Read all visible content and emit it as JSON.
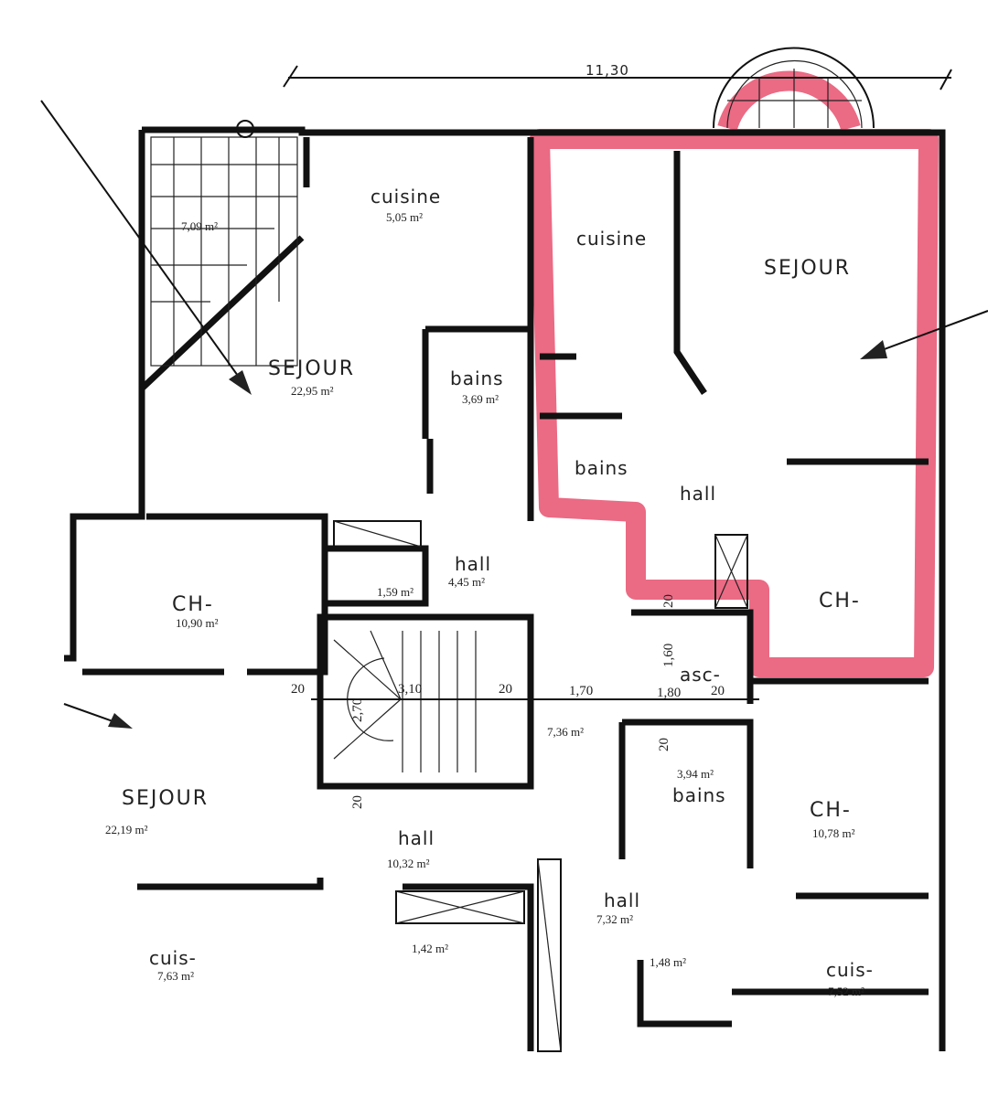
{
  "title_dimension": "11,30",
  "highlight_color": "#e8506e",
  "rooms": {
    "terrace": {
      "area": "7,09 m²"
    },
    "kitchen_a": {
      "name": "cuisine",
      "area": "5,05 m²"
    },
    "kitchen_b": {
      "name": "cuisine"
    },
    "living_b": {
      "name": "SEJOUR"
    },
    "living_a": {
      "name": "SEJOUR",
      "area": "22,95 m²"
    },
    "bath_a": {
      "name": "bains",
      "area": "3,69 m²"
    },
    "bath_b": {
      "name": "bains"
    },
    "hall_b": {
      "name": "hall"
    },
    "hall_a": {
      "name": "hall",
      "area": "4,45 m²"
    },
    "wc_a": {
      "area": "1,59 m²"
    },
    "bedroom_b": {
      "name": "CH-"
    },
    "bedroom_c": {
      "name": "CH-",
      "area": "10,90 m²"
    },
    "landing": {
      "area": "7,36 m²"
    },
    "lift": {
      "name": "asc-"
    },
    "bath_d": {
      "name": "bains",
      "area": "3,94 m²"
    },
    "living_c": {
      "name": "SEJOUR",
      "area": "22,19 m²"
    },
    "bedroom_d": {
      "name": "CH-",
      "area": "10,78 m²"
    },
    "hall_c": {
      "name": "hall",
      "area": "10,32 m²"
    },
    "hall_d": {
      "name": "hall",
      "area": "7,32 m²"
    },
    "wc_c": {
      "area": "1,42 m²"
    },
    "wc_d": {
      "area": "1,48 m²"
    },
    "kitchen_c": {
      "name": "cuis-",
      "area": "7,63 m²"
    },
    "kitchen_d": {
      "name": "cuis-",
      "area": "7,52 m²"
    }
  },
  "dimensions": [
    "20",
    "3,10",
    "2,70",
    "20",
    "1,70",
    "1,80",
    "20",
    "1,60",
    "20",
    "20",
    "20"
  ]
}
